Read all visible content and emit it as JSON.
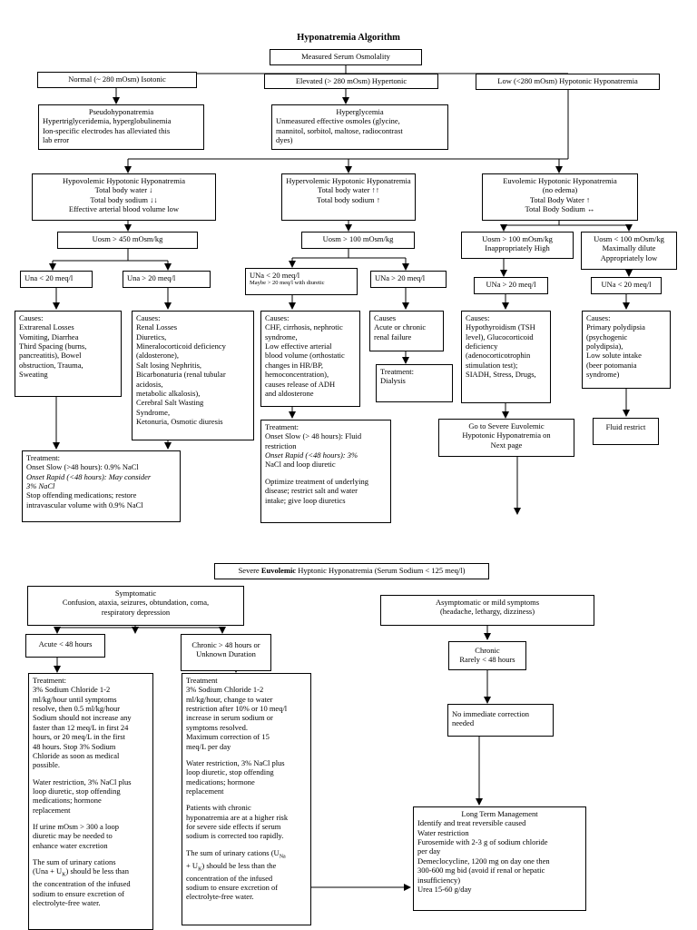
{
  "title": "Hyponatremia Algorithm",
  "root": "Measured Serum Osmolality",
  "branches": {
    "isotonic": "Normal (~ 280 mOsm) Isotonic",
    "hypertonic": "Elevated (> 280 mOsm) Hypertonic",
    "hypotonic": "Low (<280 mOsm) Hypotonic  Hyponatremia"
  },
  "pseudo": {
    "title": "Pseudohyponatremia",
    "lines": [
      "Hypertriglyceridemia, hyperglobulinemia",
      "Ion-specific electrodes has alleviated this",
      "lab error"
    ]
  },
  "hyperglycemia": {
    "title": "Hyperglycemia",
    "lines": [
      "Unmeasured effective osmoles (glycine,",
      "mannitol, sorbitol, maltose,  radiocontrast",
      "dyes)"
    ]
  },
  "hypovolemic": {
    "lines": [
      "Hypovolemic Hypotonic Hyponatremia",
      "Total body water ↓",
      "Total body sodium ↓↓",
      "Effective arterial blood volume low"
    ],
    "uosm": "Uosm > 450 mOsm/kg",
    "una_low": "Una < 20 meq/l",
    "una_high": "Una > 20 meq/l",
    "causes_low": [
      "Causes:",
      "Extrarenal Losses",
      "Vomiting, Diarrhea",
      "Third Spacing (burns,",
      "pancreatitis), Bowel",
      "obstruction, Trauma,",
      "Sweating"
    ],
    "causes_high": [
      "Causes:",
      "Renal Losses",
      "Diuretics,",
      "Mineralocorticoid deficiency",
      "(aldosterone),",
      "Salt losing Nephritis,",
      "Bicarbonaturia (renal tubular",
      "acidosis,",
      "metabolic alkalosis),",
      "Cerebral Salt Wasting",
      "Syndrome,",
      "Ketonuria, Osmotic diuresis"
    ],
    "treatment": [
      "Treatment:",
      "Onset Slow (>48 hours): 0.9% NaCl",
      "Onset Rapid (<48 hours): May consider",
      "3% NaCl",
      "Stop offending medications; restore",
      "intravascular volume with 0.9% NaCl"
    ]
  },
  "hypervolemic": {
    "lines": [
      "Hypervolemic Hypotonic Hyponatremia",
      "Total body water ↑↑",
      "Total body sodium ↑"
    ],
    "uosm": "Uosm > 100 mOsm/kg",
    "una_low": "UNa < 20 meq/l",
    "una_low_note": "Maybe > 20 meq/l with diuretic",
    "una_high": "UNa > 20 meq/l",
    "causes_low": [
      "Causes:",
      "CHF, cirrhosis, nephrotic",
      "syndrome,",
      "Low effective arterial",
      "blood volume (orthostatic",
      "changes in HR/BP,",
      "hemoconcentration),",
      "causes release of ADH",
      "and aldosterone"
    ],
    "causes_high": [
      "Causes",
      "Acute or chronic",
      "renal failure"
    ],
    "dialysis": [
      "Treatment:",
      "Dialysis"
    ],
    "treatment": [
      "Treatment:",
      "Onset Slow (> 48 hours): Fluid",
      "restriction",
      "Onset Rapid (<48 hours): 3%",
      "NaCl and loop diuretic",
      "Optimize treatment of underlying",
      "disease; restrict salt and water",
      "intake; give loop diuretics"
    ]
  },
  "euvolemic": {
    "lines": [
      "Euvolemic Hypotonic Hyponatremia",
      "(no edema)",
      "Total Body Water ↑",
      "Total Body Sodium ↔"
    ],
    "uosm_high": [
      "Uosm > 100 mOsm/kg",
      "Inappropriately High"
    ],
    "uosm_low": [
      "Uosm < 100 mOsm/kg",
      "Maximally dilute",
      "Appropriately low"
    ],
    "una_high": "UNa > 20 meq/l",
    "una_low": "UNa < 20 meq/l",
    "causes_high": [
      "Causes:",
      "Hypothyroidism (TSH",
      "level), Glucocorticoid",
      "deficiency",
      "(adenocorticotrophin",
      "stimulation test);",
      "SIADH, Stress, Drugs,"
    ],
    "causes_low": [
      "Causes:",
      "Primary polydipsia",
      "(psychogenic",
      "polydipsia),",
      "Low solute intake",
      "(beer potomania",
      "syndrome)"
    ],
    "goto": [
      "Go to Severe Euvolemic",
      "Hypotonic Hyponatremia on",
      "Next page"
    ],
    "fluid": "Fluid restrict"
  },
  "severe": {
    "title_pre": "Severe ",
    "title_bold": "Euvolemic",
    "title_post": " Hyptonic Hyponatremia (Serum Sodium < 125 meq/l)",
    "symptomatic": [
      "Symptomatic",
      "Confusion, ataxia, seizures, obtundation, coma,",
      "respiratory depression"
    ],
    "asymptomatic": [
      "Asymptomatic or mild symptoms",
      "(headache, lethargy, dizziness)"
    ],
    "acute": "Acute < 48 hours",
    "chronic_unknown": [
      "Chronic > 48 hours or",
      "Unknown Duration"
    ],
    "chronic": [
      "Chronic",
      "Rarely < 48 hours"
    ],
    "no_correction": [
      "No immediate correction",
      "needed"
    ],
    "acute_treatment": [
      "Treatment:",
      "3% Sodium Chloride 1-2",
      "ml/kg/hour until symptoms",
      "resolve, then 0.5 ml/kg/hour",
      "Sodium should not increase any",
      "faster than 12 meq/L in first 24",
      "hours, or 20 meq/L in the first",
      "48 hours.  Stop 3% Sodium",
      "Chloride as soon as medical",
      "possible.",
      "",
      "Water restriction, 3% NaCl plus",
      "loop diuretic, stop offending",
      "medications; hormone",
      "replacement",
      "",
      "If urine mOsm > 300 a loop",
      "diuretic may be needed to",
      "enhance water excretion",
      "",
      "The sum of urinary cations",
      "(Una + U",
      "K",
      ") should be less than",
      "the concentration of the infused",
      "sodium to ensure excretion of",
      "electrolyte-free water."
    ],
    "chronic_treatment": [
      "Treatment",
      "3% Sodium Chloride 1-2",
      "ml/kg/hour, change to water",
      "restriction after 10% or 10 meq/l",
      "increase in serum sodium or",
      "symptoms resolved.",
      "Maximum correction of 15",
      "meq/L per day",
      "",
      "Water restriction, 3% NaCl plus",
      "loop diuretic, stop offending",
      "medications; hormone",
      "replacement",
      "",
      "Patients with chronic",
      "hyponatremia are at a higher risk",
      "for severe side effects if serum",
      "sodium is corrected too rapidly.",
      "",
      "The sum of urinary cations (U",
      "Na",
      "+ U",
      "K",
      ") should be less than the",
      "concentration of the infused",
      "sodium to ensure excretion of",
      "electrolyte-free water."
    ],
    "long_term": [
      "Long Term Management",
      "Identify and treat reversible caused",
      "Water restriction",
      "Furosemide with 2-3 g of sodium chloride",
      "per day",
      "Demeclocycline, 1200 mg on day one then",
      "300-600 mg bid (avoid if renal or hepatic",
      "insufficiency)",
      "Urea 15-60 g/day"
    ]
  }
}
